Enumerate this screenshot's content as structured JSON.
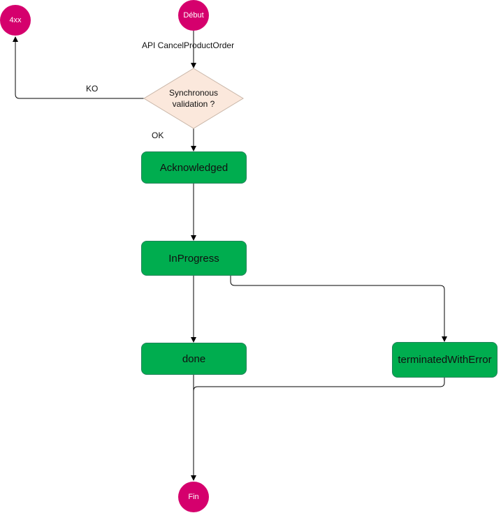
{
  "nodes": {
    "start": "Début",
    "end": "Fin",
    "error": "4xx",
    "decision_line1": "Synchronous",
    "decision_line2": "validation ?",
    "acknowledged": "Acknowledged",
    "in_progress": "InProgress",
    "done": "done",
    "terminated": "terminatedWithError"
  },
  "edges": {
    "api_call": "API CancelProductOrder",
    "ko": "KO",
    "ok": "OK"
  },
  "colors": {
    "terminal": "#d5006d",
    "state": "#00ad4f",
    "decision_fill": "#fbe8dc",
    "decision_stroke": "#c9b6a8"
  }
}
